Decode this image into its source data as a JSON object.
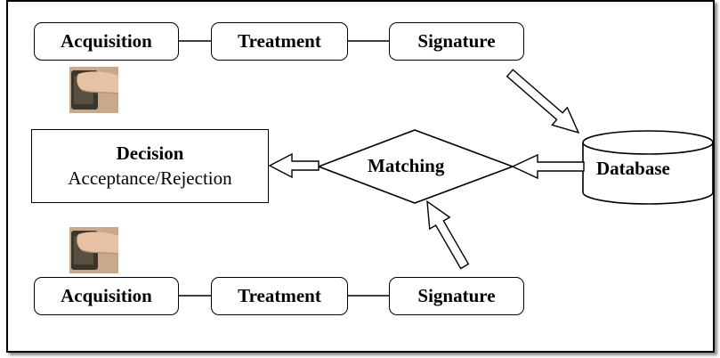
{
  "top_row": {
    "acquisition": "Acquisition",
    "treatment": "Treatment",
    "signature": "Signature"
  },
  "bottom_row": {
    "acquisition": "Acquisition",
    "treatment": "Treatment",
    "signature": "Signature"
  },
  "decision": {
    "title": "Decision",
    "subtitle": "Acceptance/Rejection"
  },
  "matching": "Matching",
  "database": "Database",
  "icons": {
    "top_photo": "finger-on-sensor-photo",
    "bottom_photo": "finger-on-sensor-photo"
  }
}
